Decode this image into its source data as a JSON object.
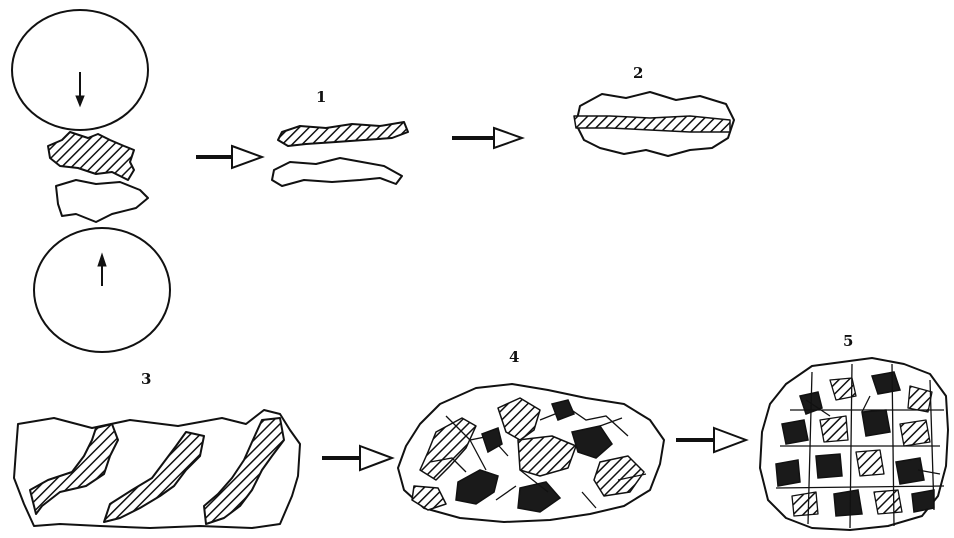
{
  "stages": [
    {
      "label": "1"
    },
    {
      "label": "2"
    },
    {
      "label": "3"
    },
    {
      "label": "4"
    },
    {
      "label": "5"
    }
  ]
}
